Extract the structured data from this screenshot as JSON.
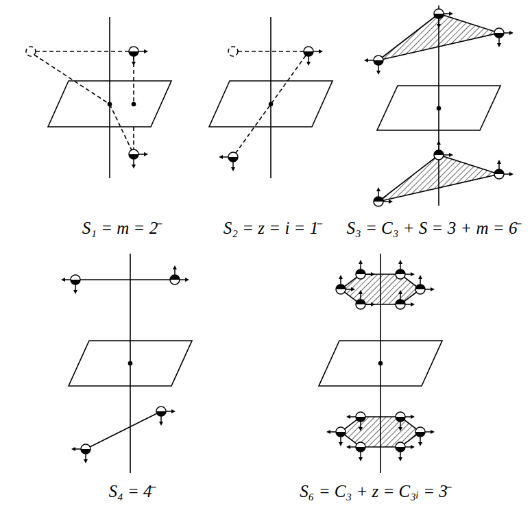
{
  "diagram": {
    "labels": [
      "S₁ = m = 2̄",
      "S₂ = z = i = 1̄",
      "S₃ = C₃ + S = 3 + m = 6̄",
      "S₄ = 4̄",
      "S₆ = C₃ + z = C₃ᵢ = 3̄"
    ]
  }
}
